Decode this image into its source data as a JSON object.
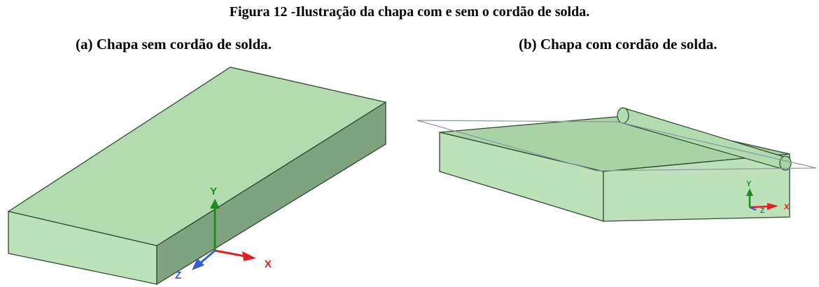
{
  "figure": {
    "caption": "Figura 12 -Ilustração da chapa com e sem o cordão de solda.",
    "panel_a": {
      "label": "(a) Chapa sem cordão de solda.",
      "axes": {
        "y": "Y",
        "x": "X",
        "z": "Z"
      }
    },
    "panel_b": {
      "label": "(b) Chapa com cordão de solda.",
      "axes": {
        "y": "Y",
        "x": "X",
        "z": "Z"
      }
    }
  },
  "colors": {
    "plate_top": "#b2dcb0",
    "plate_front": "#bde2b9",
    "plate_side": "#7fa37e",
    "plate_edge": "#2f4a2f",
    "axis_y": "#1c8a1c",
    "axis_x": "#e02020",
    "axis_z": "#3060d0"
  }
}
